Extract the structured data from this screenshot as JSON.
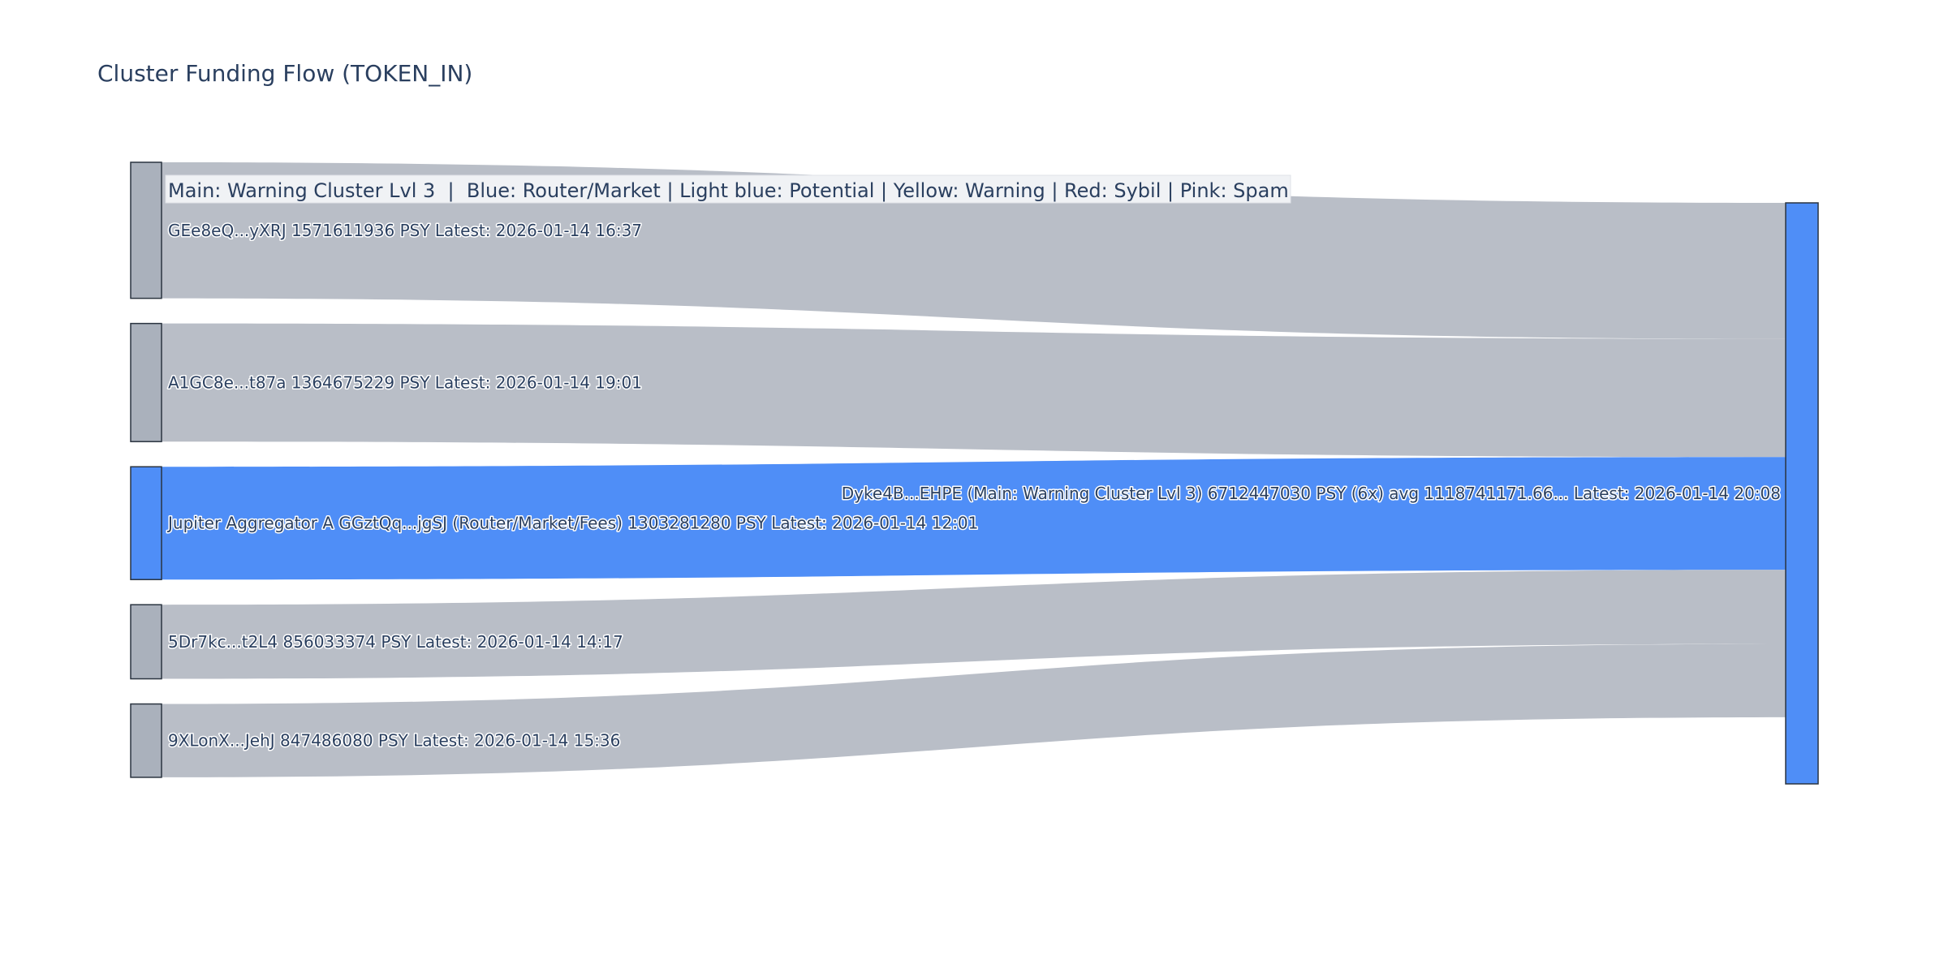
{
  "chart_data": {
    "type": "sankey",
    "title": "Cluster Funding Flow (TOKEN_IN)",
    "legend_annotation": "Main: Warning Cluster Lvl 3  |  Blue: Router/Market | Light blue: Potential | Yellow: Warning | Red: Sybil | Pink: Spam",
    "unit": "PSY",
    "colors": {
      "gray_node": "#aab1bc",
      "gray_link": "#b9bec7",
      "blue": "#4f8ef7",
      "node_border": "#2a3440"
    },
    "sources": [
      {
        "label": "GEe8eQ...yXRJ 1571611936 PSY Latest: 2026-01-14 16:37",
        "value": 1571611936,
        "color": "gray"
      },
      {
        "label": "A1GC8e...t87a 1364675229 PSY Latest: 2026-01-14 19:01",
        "value": 1364675229,
        "color": "gray"
      },
      {
        "label": "Jupiter Aggregator A GGztQq...jgSJ (Router/Market/Fees) 1303281280 PSY Latest: 2026-01-14 12:01",
        "value": 1303281280,
        "color": "blue"
      },
      {
        "label": "5Dr7kc...t2L4 856033374 PSY Latest: 2026-01-14 14:17",
        "value": 856033374,
        "color": "gray"
      },
      {
        "label": "9XLonX...JehJ 847486080 PSY Latest: 2026-01-14 15:36",
        "value": 847486080,
        "color": "gray"
      }
    ],
    "target": {
      "label": "Dyke4B...EHPE (Main: Warning Cluster Lvl 3) 6712447030 PSY (6x) avg 1118741171.66... Latest: 2026-01-14 20:08",
      "value": 6712447030,
      "color": "blue"
    }
  }
}
